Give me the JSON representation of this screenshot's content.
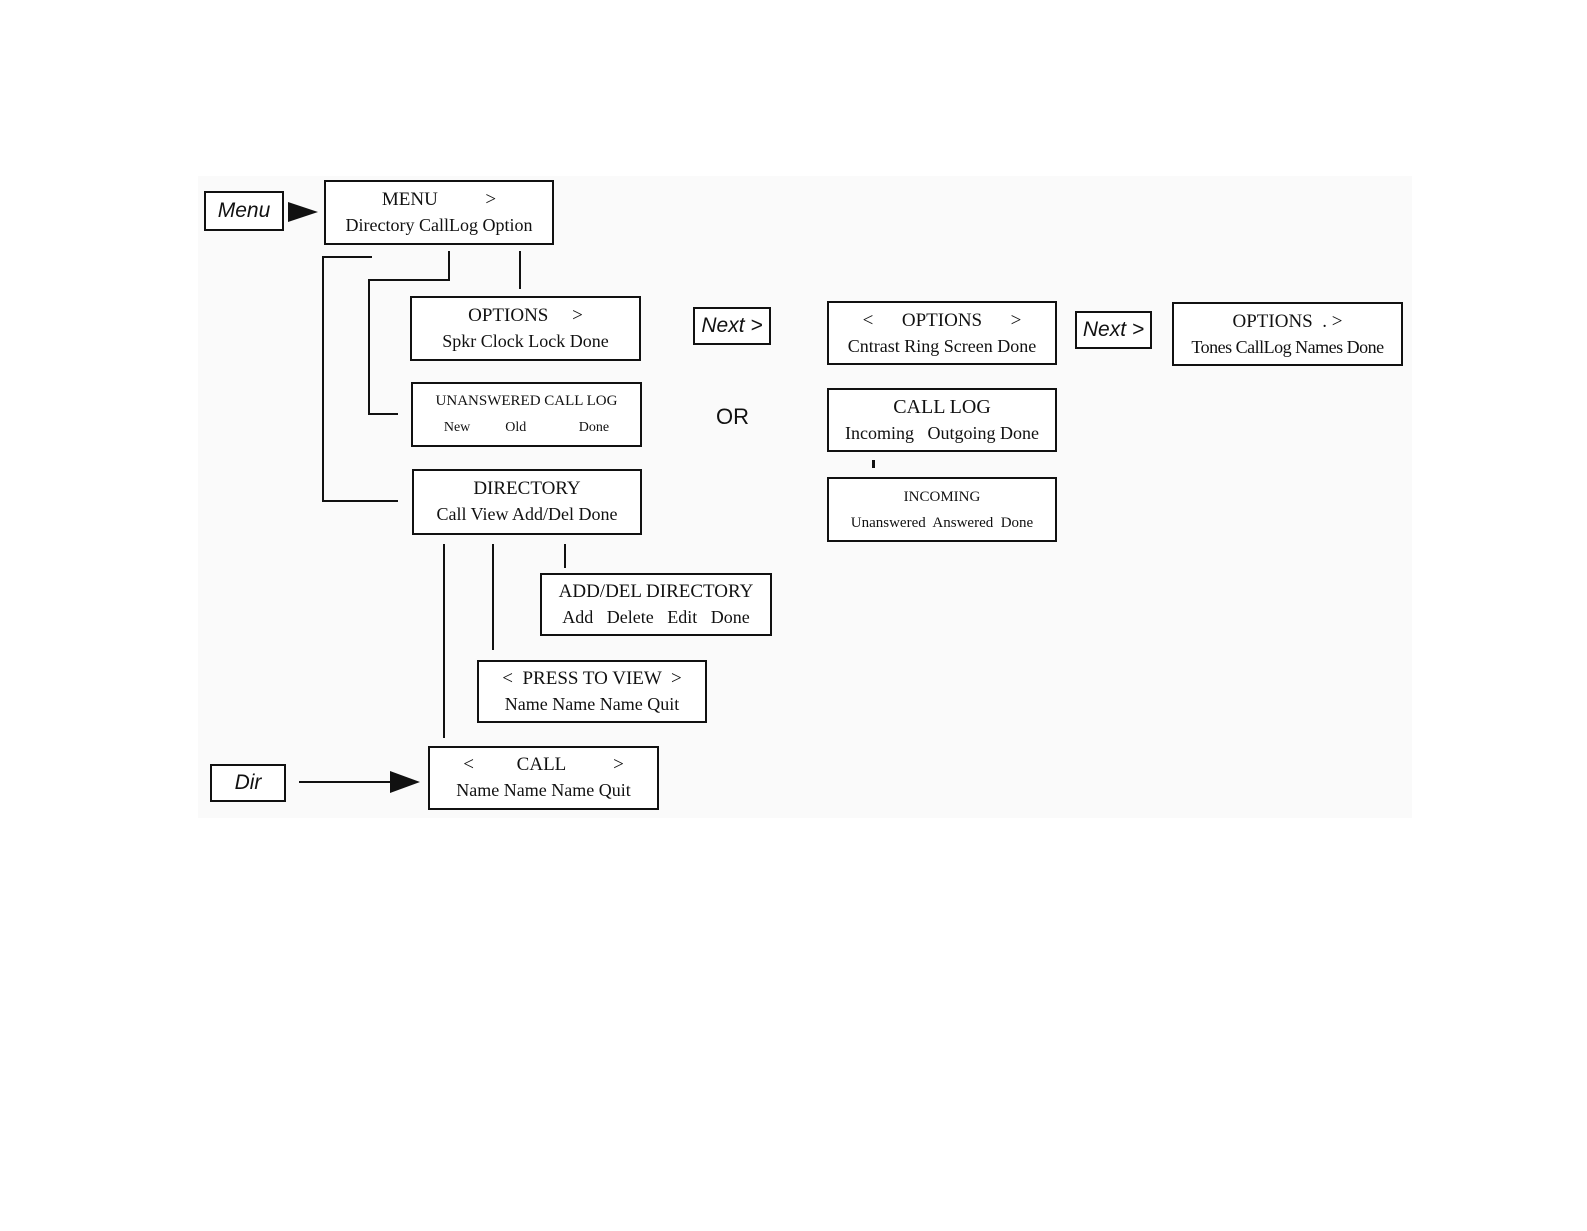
{
  "buttons": {
    "menu": "Menu",
    "dir": "Dir",
    "next_1": "Next >",
    "next_2": "Next >"
  },
  "or_label": "OR",
  "screens": {
    "menu": {
      "line1": "MENU          >",
      "line2": "Directory CallLog Option"
    },
    "options_1": {
      "line1": "OPTIONS     >",
      "line2": "Spkr Clock Lock Done"
    },
    "unanswered_call_log": {
      "line1": "UNANSWERED CALL LOG",
      "line2": "New          Old               Done"
    },
    "directory": {
      "line1": "DIRECTORY",
      "line2": "Call View Add/Del Done"
    },
    "add_del_directory": {
      "line1": "ADD/DEL DIRECTORY",
      "line2": "Add   Delete   Edit   Done"
    },
    "press_to_view": {
      "line1": "<  PRESS TO VIEW  >",
      "line2": "Name Name Name Quit"
    },
    "call": {
      "line1": "<         CALL          >",
      "line2": "Name Name Name Quit"
    },
    "options_2": {
      "line1": "<      OPTIONS      >",
      "line2": "Cntrast Ring Screen Done"
    },
    "call_log": {
      "line1": "CALL LOG",
      "line2": "Incoming   Outgoing Done"
    },
    "incoming": {
      "line1": "INCOMING",
      "line2": "Unanswered  Answered  Done"
    },
    "options_3": {
      "line1": "OPTIONS  . >",
      "line2": "Tones CallLog Names Done"
    }
  }
}
